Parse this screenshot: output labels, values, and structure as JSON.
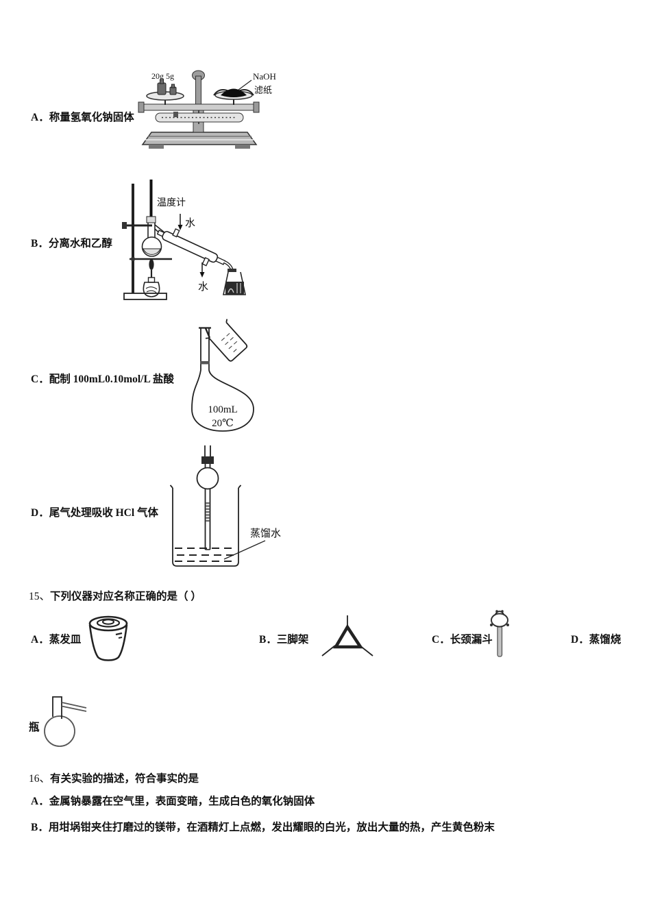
{
  "page": {
    "bg": "#ffffff",
    "ink": "#111111",
    "diagram_gray": "#b9b9b9"
  },
  "q14": {
    "a": {
      "letter": "A．",
      "text": "称量氢氧化钠固体",
      "weights_label": "20g 5g",
      "naoh_label": "NaOH",
      "filter_label": "滤纸"
    },
    "b": {
      "letter": "B．",
      "text": "分离水和乙醇",
      "thermo_label": "温度计",
      "water_in_label": "水",
      "water_out_label": "水"
    },
    "c": {
      "letter": "C．",
      "text": "配制 100mL0.10mol/L 盐酸",
      "flask_volume": "100mL",
      "flask_temp": "20℃"
    },
    "d": {
      "letter": "D．",
      "text": "尾气处理吸收 HCl 气体",
      "water_label": "蒸馏水"
    }
  },
  "q15": {
    "number": "15、",
    "stem": "下列仪器对应名称正确的是（  ）",
    "opt_a": {
      "letter": "A．",
      "label": "蒸发皿"
    },
    "opt_b": {
      "letter": "B．",
      "label": "三脚架"
    },
    "opt_c": {
      "letter": "C．",
      "label": "长颈漏斗"
    },
    "opt_d": {
      "letter": "D．",
      "label": "蒸馏烧"
    },
    "opt_d_wrap": "瓶"
  },
  "q16": {
    "number": "16、",
    "stem": "有关实验的描述，符合事实的是",
    "opt_a": {
      "letter": "A．",
      "text": "金属钠暴露在空气里，表面变暗，生成白色的氧化钠固体"
    },
    "opt_b": {
      "letter": "B．",
      "text": "用坩埚钳夹住打磨过的镁带，在酒精灯上点燃，发出耀眼的白光，放出大量的热，产生黄色粉末"
    }
  }
}
